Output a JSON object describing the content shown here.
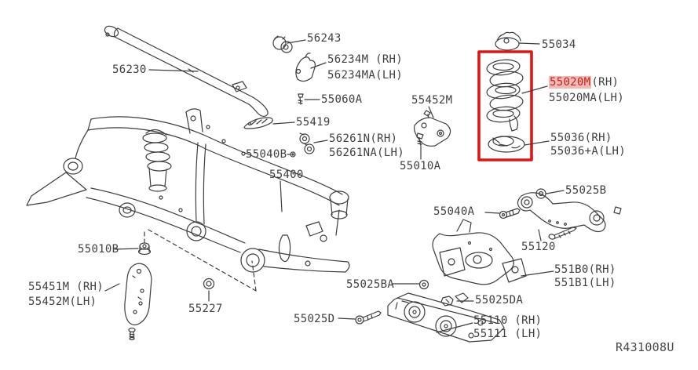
{
  "diagram": {
    "ref_code": "R431008U",
    "colors": {
      "line": "#3d3d3d",
      "label_text": "#3f3f3f",
      "highlight_box": "#de1613",
      "highlight_label_bg": "#f3b9b5",
      "highlight_label_text": "#c2251c",
      "background": "#ffffff"
    },
    "highlighted_part": "55020M",
    "labels": {
      "l56243": "56243",
      "l56230": "56230",
      "l56234m": "56234M (RH)",
      "l56234ma": "56234MA(LH)",
      "l55060a": "55060A",
      "l55452m": "55452M",
      "l55419": "55419",
      "l56261n": "56261N(RH)",
      "l56261na": "56261NA(LH)",
      "l55040b": "55040B",
      "l55400": "55400",
      "l55010a": "55010A",
      "l55034": "55034",
      "l55020m": "55020M",
      "l55020m_side": "(RH)",
      "l55020ma": "55020MA(LH)",
      "l55036": "55036(RH)",
      "l55036a": "55036+A(LH)",
      "l55025b": "55025B",
      "l55040a": "55040A",
      "l55120": "55120",
      "l55010b": "55010B",
      "l55451m": "55451M (RH)",
      "l55452m_lh": "55452M(LH)",
      "l55227": "55227",
      "l55025ba": "55025BA",
      "l551b0": "551B0(RH)",
      "l551b1": "551B1(LH)",
      "l55025da": "55025DA",
      "l55025d": "55025D",
      "l55110": "55110 (RH)",
      "l55111": "55111 (LH)"
    }
  }
}
